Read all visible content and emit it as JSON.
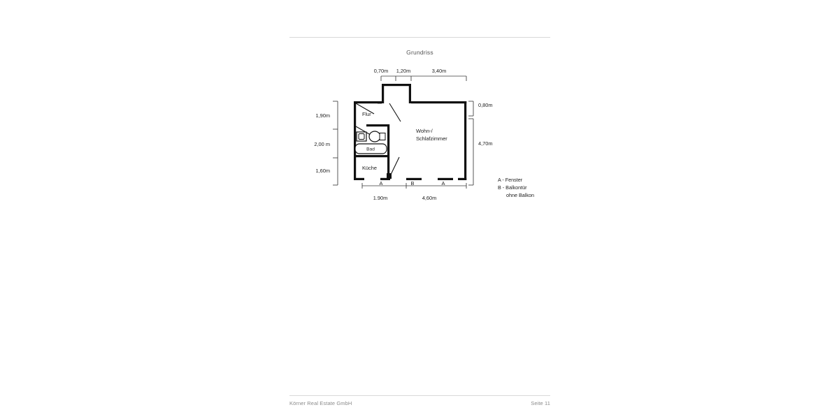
{
  "document": {
    "title": "Grundriss",
    "footer_company": "Körner Real Estate GmbH",
    "footer_page": "Seite 11"
  },
  "floorplan": {
    "rooms": [
      {
        "id": "flur",
        "label": "Flur"
      },
      {
        "id": "bad",
        "label": "Bad"
      },
      {
        "id": "kueche",
        "label": "Küche"
      },
      {
        "id": "wohn",
        "label_line1": "Wohn-/",
        "label_line2": "Schlafzimmer"
      }
    ],
    "dimensions": {
      "top": [
        {
          "id": "top-1",
          "value": "0,70m"
        },
        {
          "id": "top-2",
          "value": "1,20m"
        },
        {
          "id": "top-3",
          "value": "3,40m"
        }
      ],
      "left": [
        {
          "id": "left-1",
          "value": "1,90m"
        },
        {
          "id": "left-2",
          "value": "2,00 m"
        },
        {
          "id": "left-3",
          "value": "1,60m"
        }
      ],
      "right": [
        {
          "id": "right-1",
          "value": "0,80m"
        },
        {
          "id": "right-2",
          "value": "4,70m"
        }
      ],
      "bottom": [
        {
          "id": "bottom-1",
          "value": "1.90m"
        },
        {
          "id": "bottom-2",
          "value": "4,60m"
        }
      ]
    },
    "openings": [
      {
        "id": "opening-a-left",
        "label": "A"
      },
      {
        "id": "opening-b",
        "label": "B"
      },
      {
        "id": "opening-a-right",
        "label": "A"
      }
    ],
    "legend": [
      {
        "id": "legend-a",
        "text": "A - Fenster"
      },
      {
        "id": "legend-b",
        "text": "B - Balkontür"
      },
      {
        "id": "legend-note",
        "text": "ohne Balkon"
      }
    ]
  },
  "colors": {
    "wall": "#111111",
    "dimension_line": "#3a3a3a",
    "text": "#1c1c1c",
    "muted_text": "#8a8a8a",
    "rule": "#d8d8d8",
    "page_background": "#ffffff"
  }
}
